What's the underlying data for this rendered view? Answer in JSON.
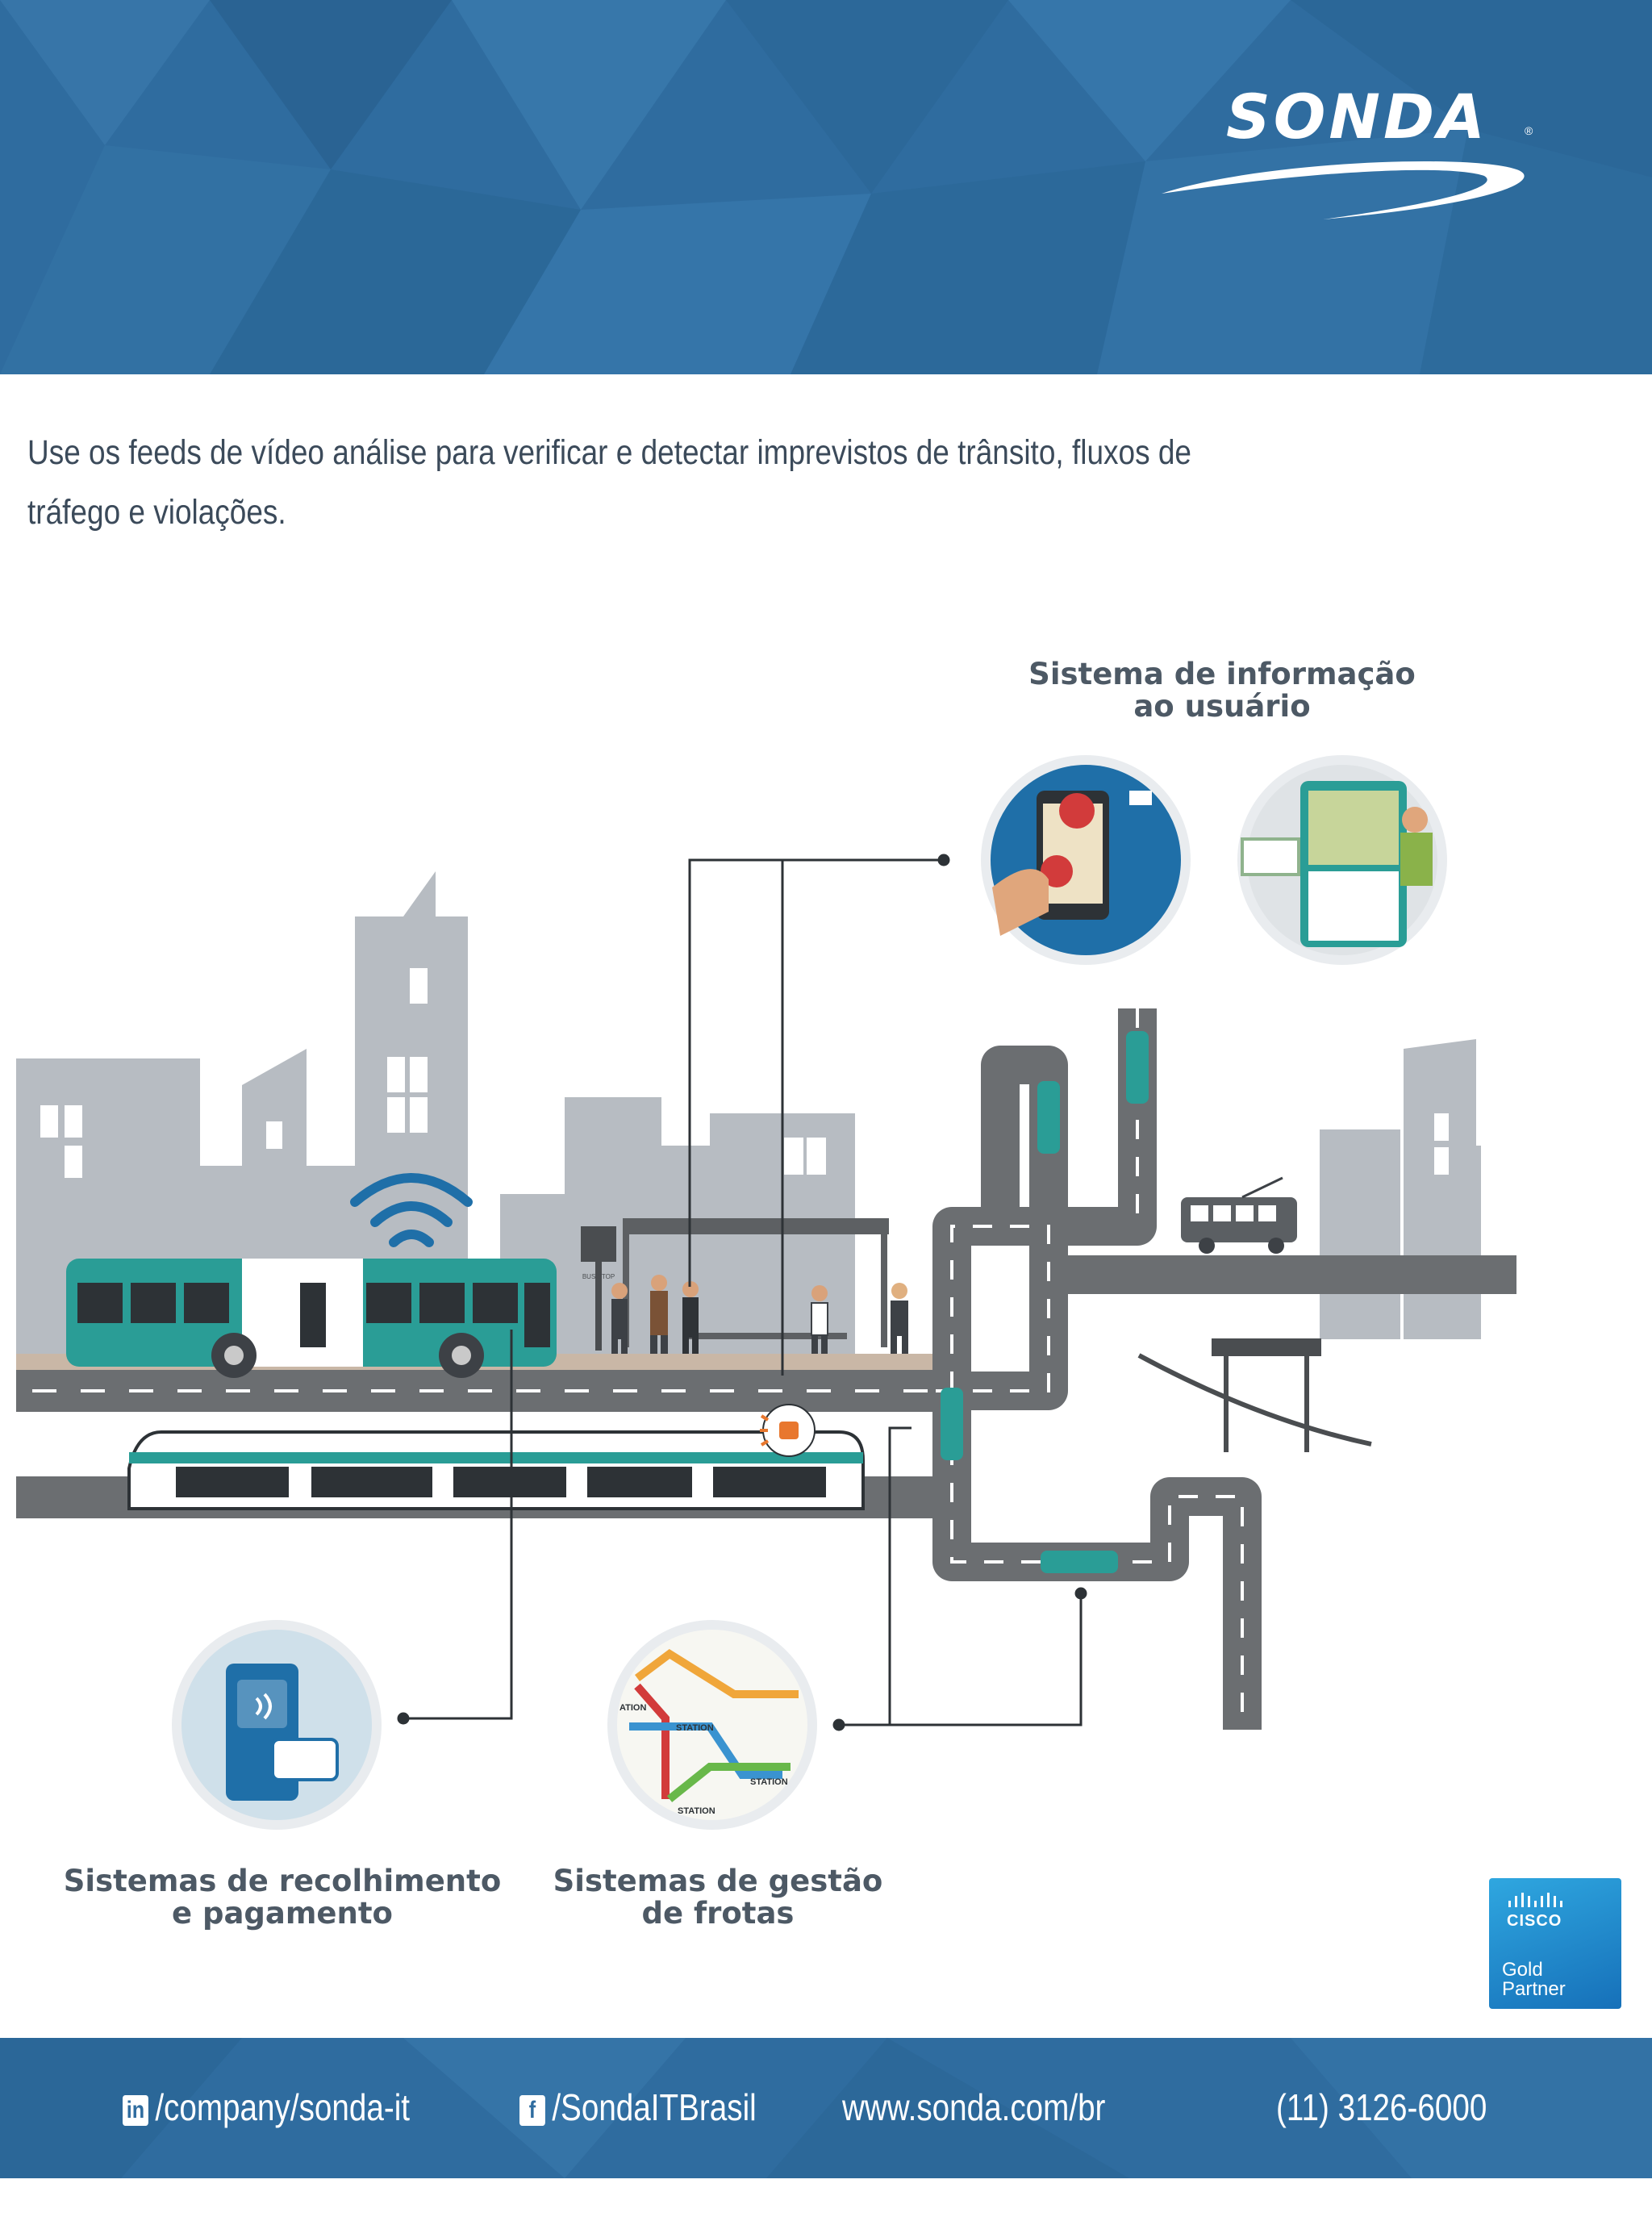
{
  "header": {
    "logo_text": "SONDA",
    "logo_reg": "®"
  },
  "intro": {
    "text": "Use os feeds de vídeo análise para verificar e detectar imprevistos de trânsito, fluxos de tráfego e violações."
  },
  "illustration": {
    "captions": {
      "user_info": [
        "Sistema de informação",
        "ao usuário"
      ],
      "payment": [
        "Sistemas de recolhimento",
        "e pagamento"
      ],
      "fleet": [
        "Sistemas de gestão",
        "de frotas"
      ]
    },
    "bus_stop_sign": "BUS STOP",
    "map_labels": {
      "station_a": "STATION",
      "station_b": "STATION",
      "station_c": "ATION",
      "station_d": "STATION"
    },
    "icons": [
      "wifi-icon",
      "phone-map-icon",
      "kiosk-map-icon",
      "contactless-card-icon",
      "metro-map-icon",
      "alarm-icon"
    ]
  },
  "badge": {
    "brand": "CISCO",
    "tier_line1": "Gold",
    "tier_line2": "Partner"
  },
  "footer": {
    "linkedin": "/company/sonda-it",
    "facebook": "/SondaITBrasil",
    "website": "www.sonda.com/br",
    "phone": "(11) 3126-6000",
    "linkedin_icon": "in",
    "facebook_icon": "f"
  },
  "colors": {
    "header_blue": "#2f6c9f",
    "teal": "#2a9d96",
    "road_gray": "#6b6e71",
    "building_gray": "#b7bcc2"
  }
}
